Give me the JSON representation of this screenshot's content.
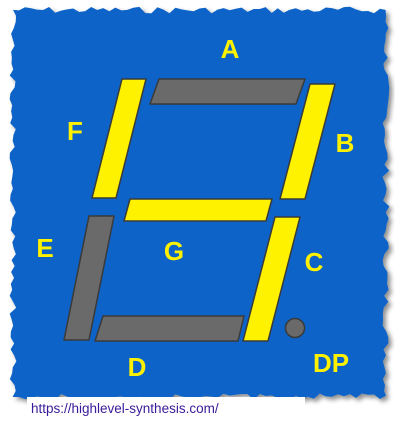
{
  "colors": {
    "background": "#0b63c7",
    "segment_on": "#fff200",
    "segment_off": "#6a6a6a",
    "segment_stroke": "#3a3a3a",
    "label": "#fff200",
    "url_text": "#3a1a9a",
    "url_background": "#ffffff"
  },
  "segments": [
    {
      "id": "A",
      "state": "off"
    },
    {
      "id": "B",
      "state": "on"
    },
    {
      "id": "C",
      "state": "on"
    },
    {
      "id": "D",
      "state": "off"
    },
    {
      "id": "E",
      "state": "off"
    },
    {
      "id": "F",
      "state": "on"
    },
    {
      "id": "G",
      "state": "on"
    },
    {
      "id": "DP",
      "state": "off"
    }
  ],
  "labels": {
    "a": "A",
    "b": "B",
    "c": "C",
    "d": "D",
    "e": "E",
    "f": "F",
    "g": "G",
    "dp": "DP"
  },
  "url": "https://highlevel-synthesis.com/"
}
